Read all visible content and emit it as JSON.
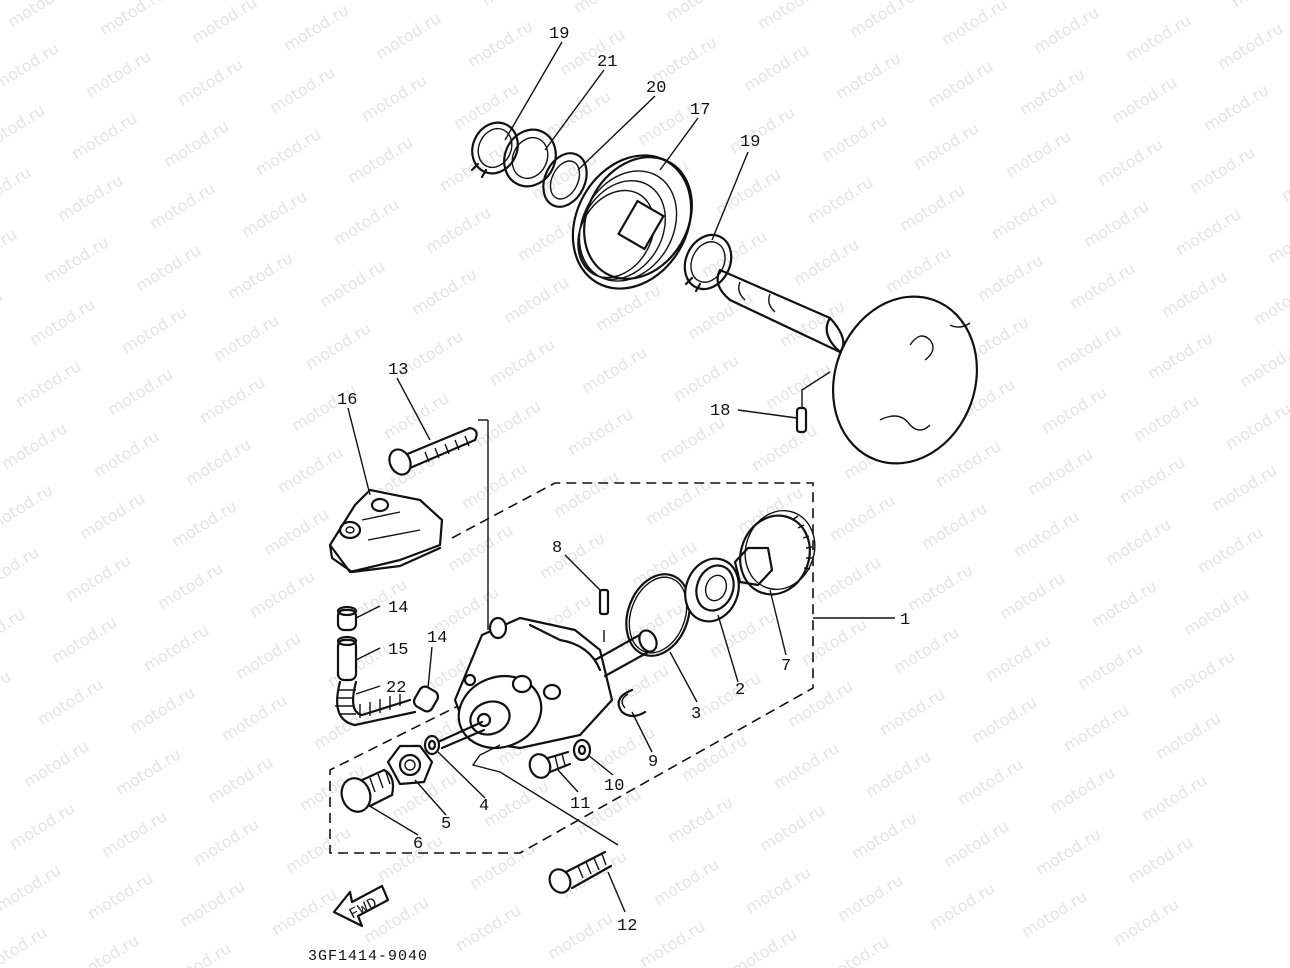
{
  "watermark": {
    "text": "motod.ru"
  },
  "diagram": {
    "code": "3GF1414-9040",
    "fwd_label": "FWD",
    "labels": {
      "l19a": "19",
      "l21": "21",
      "l20": "20",
      "l17": "17",
      "l19b": "19",
      "l18": "18",
      "l13": "13",
      "l16": "16",
      "l14a": "14",
      "l15": "15",
      "l14b": "14",
      "l22": "22",
      "l8": "8",
      "l1": "1",
      "l3": "3",
      "l2": "2",
      "l7": "7",
      "l9": "9",
      "l10": "10",
      "l11": "11",
      "l4": "4",
      "l5": "5",
      "l6": "6",
      "l12": "12"
    }
  }
}
